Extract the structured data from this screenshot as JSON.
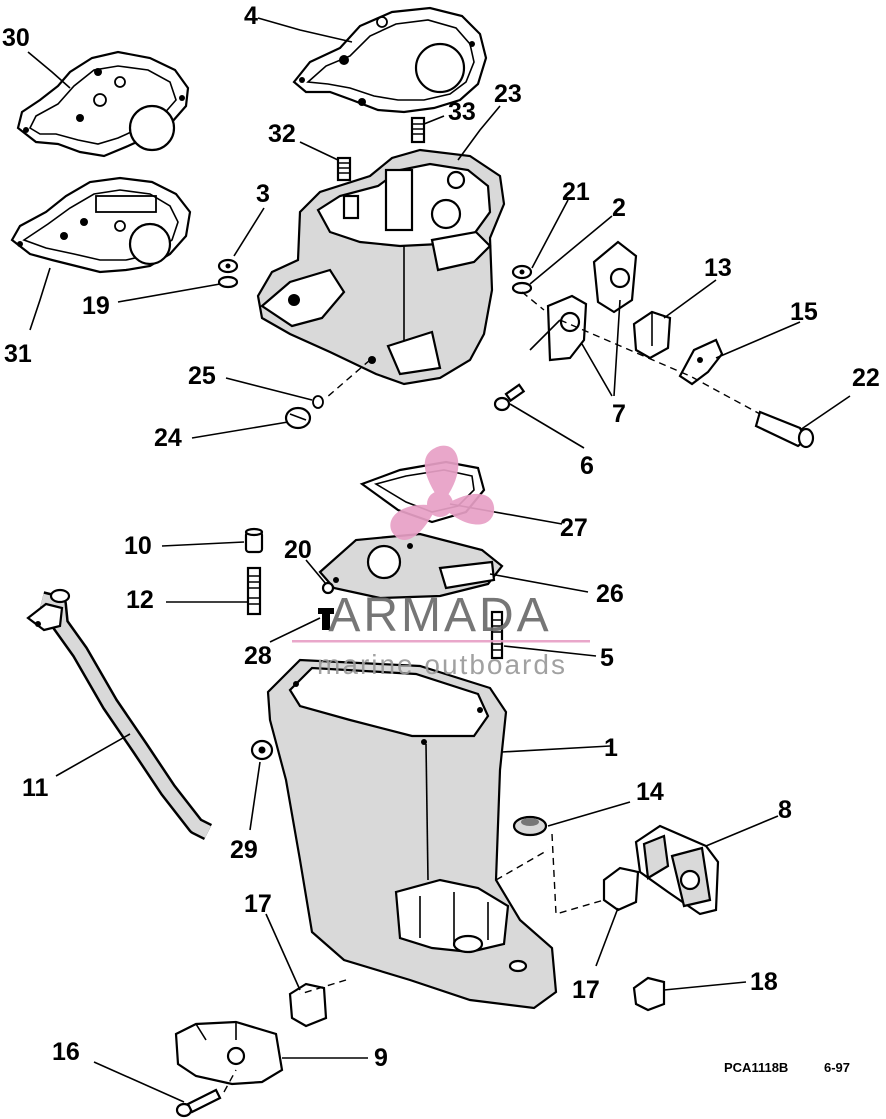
{
  "labels": {
    "n1": "1",
    "n2": "2",
    "n4": "4",
    "n5": "5",
    "n6": "6",
    "n7": "7",
    "n8": "8",
    "n9": "9",
    "n3": "3",
    "n10": "10",
    "n11": "11",
    "n12": "12",
    "n13": "13",
    "n14": "14",
    "n15": "15",
    "n16": "16",
    "n17a": "17",
    "n17b": "17",
    "n18": "18",
    "n19": "19",
    "n20": "20",
    "n21": "21",
    "n22": "22",
    "n23": "23",
    "n24": "24",
    "n25": "25",
    "n26": "26",
    "n27": "27",
    "n28": "28",
    "n29": "29",
    "n30": "30",
    "n31": "31",
    "n32": "32",
    "n33": "33"
  },
  "reference_code": "PCA1118B",
  "date_code": "6-97",
  "watermark": {
    "brand": "ARMADA",
    "tagline": "marine outboards",
    "accent": "#e8a0c6",
    "text_color": "#6b6b6b"
  }
}
